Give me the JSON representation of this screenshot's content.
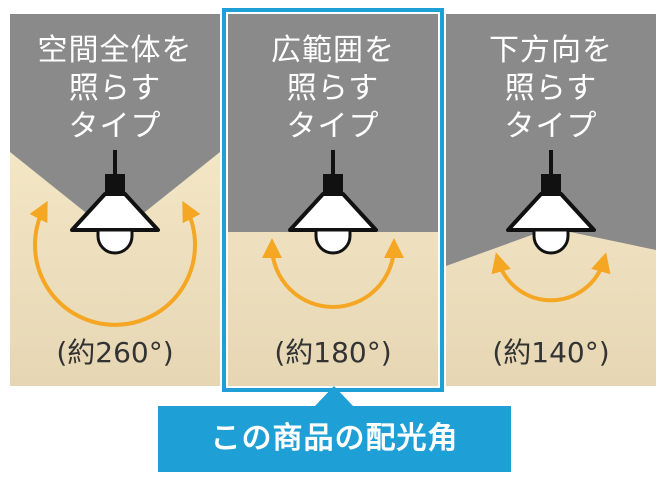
{
  "panels": [
    {
      "title": [
        "空間全体を",
        "照らす",
        "タイプ"
      ],
      "angle": "(約260°)",
      "selected": false
    },
    {
      "title": [
        "広範囲を",
        "照らす",
        "タイプ"
      ],
      "angle": "(約180°)",
      "selected": true
    },
    {
      "title": [
        "下方向を",
        "照らす",
        "タイプ"
      ],
      "angle": "(約140°)",
      "selected": false
    }
  ],
  "callout": "この商品の配光角",
  "colors": {
    "shadow": "#8a8a8a",
    "light_top": "#fbf0cf",
    "light_bottom": "#e6d6b4",
    "arrow": "#f5a623",
    "highlight": "#1e9fd6"
  }
}
